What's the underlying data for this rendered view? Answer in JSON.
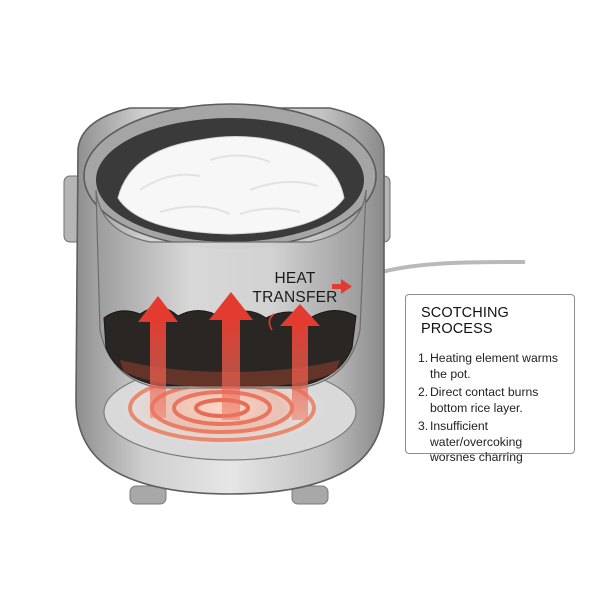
{
  "illustration": {
    "subject": "rice-cooker",
    "colors": {
      "body": "#c4c4c4",
      "body_shadow": "#8f8f8f",
      "rim": "#9a9a9a",
      "rice": "#f7f7f7",
      "charred_layer": "#2a2624",
      "heat_arrow": "#e8453c",
      "coil_glow": "#f08a6a"
    },
    "icons": [
      "heat-arrow-icon",
      "heating-coil-icon",
      "power-cord-icon"
    ]
  },
  "labels": {
    "heat_line1": "HEAT",
    "heat_line2": "TRANSFER"
  },
  "panel": {
    "title": "SCOTCHING PROCESS",
    "steps": [
      {
        "num": "1.",
        "text": "Heating element warms the pot."
      },
      {
        "num": "2.",
        "text": "Direct contact burns bottom rice layer."
      },
      {
        "num": "3.",
        "text": "Insufficient water/overcoking worsnes charring"
      }
    ]
  }
}
